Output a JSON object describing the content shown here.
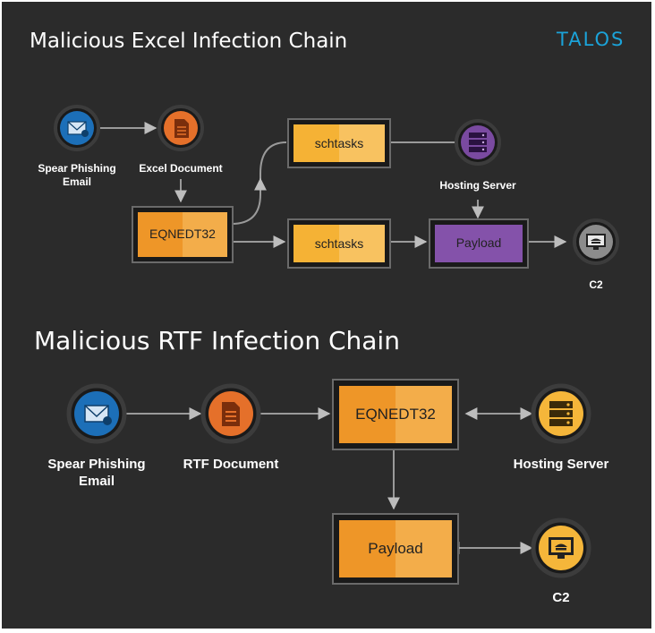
{
  "brand": {
    "logo_text": "TALOS",
    "accent": "#1ba3d9"
  },
  "excel_chain": {
    "title": "Malicious Excel Infection Chain",
    "nodes": {
      "email": {
        "label_line1": "Spear Phishing",
        "label_line2": "Email",
        "icon": "envelope-icon",
        "color": "#1c6fb8"
      },
      "document": {
        "label": "Excel Document",
        "icon": "document-icon",
        "color": "#e5702a"
      },
      "eqnedt": {
        "label": "EQNEDT32",
        "color": "#f0a030"
      },
      "schtasks_top": {
        "label": "schtasks",
        "color": "#f5b63a"
      },
      "schtasks_bottom": {
        "label": "schtasks",
        "color": "#f5b63a"
      },
      "hosting_server": {
        "label": "Hosting Server",
        "icon": "server-icon",
        "color": "#7a4aa0"
      },
      "payload": {
        "label": "Payload",
        "color": "#8a55ad"
      },
      "c2": {
        "label": "C2",
        "icon": "spy-monitor-icon",
        "color": "#8a8a8a"
      }
    }
  },
  "rtf_chain": {
    "title": "Malicious RTF Infection Chain",
    "nodes": {
      "email": {
        "label_line1": "Spear Phishing",
        "label_line2": "Email",
        "icon": "envelope-icon",
        "color": "#1c6fb8"
      },
      "document": {
        "label": "RTF Document",
        "icon": "document-icon",
        "color": "#e5702a"
      },
      "eqnedt": {
        "label": "EQNEDT32",
        "color": "#f0a030"
      },
      "hosting_server": {
        "label": "Hosting Server",
        "icon": "server-icon",
        "color": "#f5b63a"
      },
      "payload": {
        "label": "Payload",
        "color": "#f0a030"
      },
      "c2": {
        "label": "C2",
        "icon": "spy-monitor-icon",
        "color": "#f5b63a"
      }
    }
  }
}
